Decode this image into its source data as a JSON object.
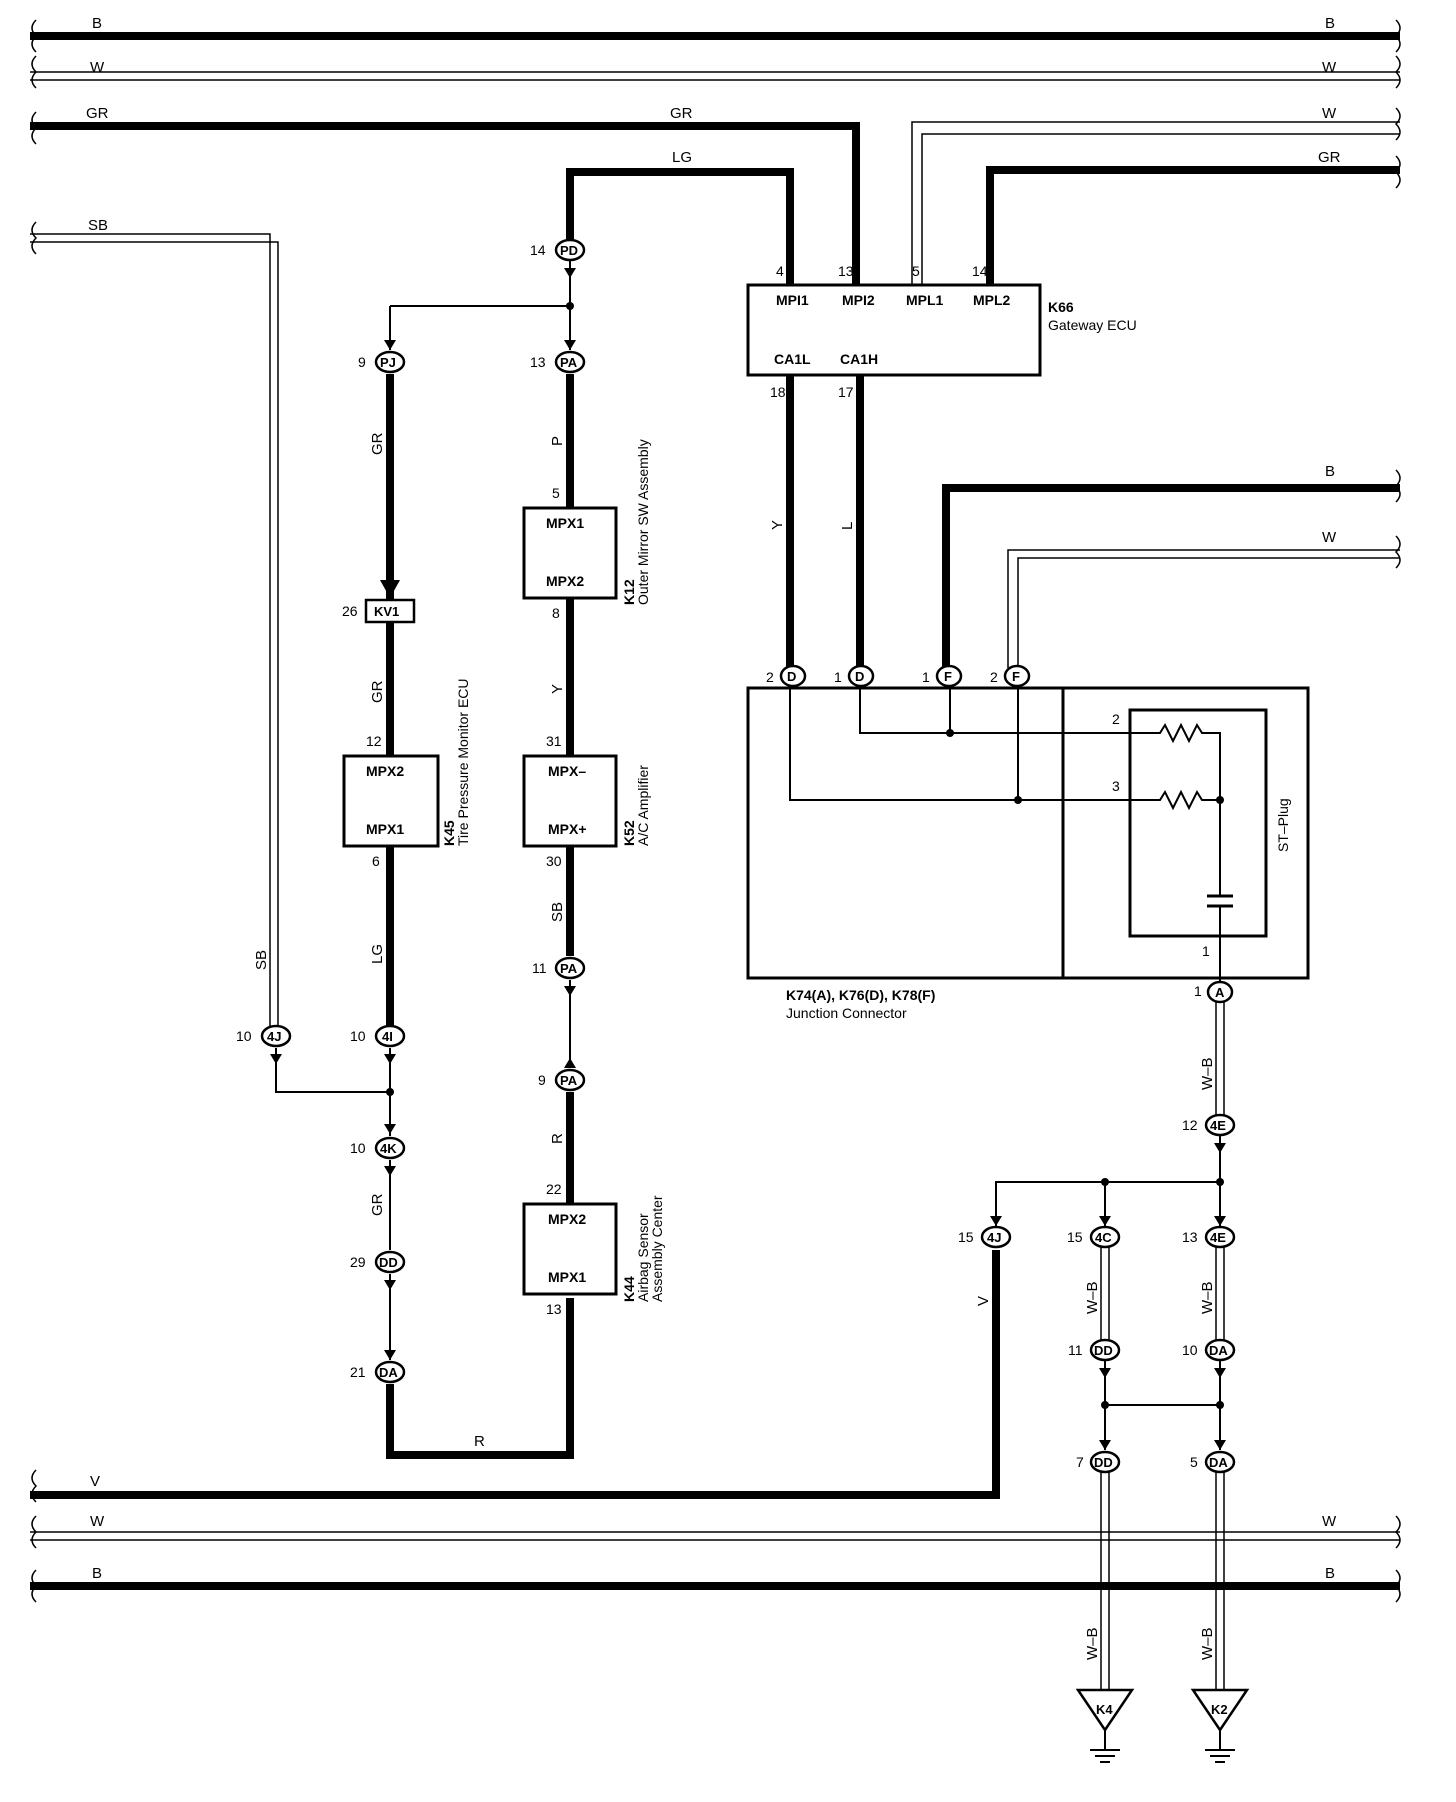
{
  "wire_colors": {
    "B": "B",
    "W": "W",
    "GR": "GR",
    "LG": "LG",
    "SB": "SB",
    "P": "P",
    "Y": "Y",
    "L": "L",
    "R": "R",
    "V": "V",
    "W_B": "W–B"
  },
  "pins": {
    "n1": "1",
    "n2": "2",
    "n3": "3",
    "n4": "4",
    "n5": "5",
    "n6": "6",
    "n7": "7",
    "n8": "8",
    "n9": "9",
    "n10": "10",
    "n11": "11",
    "n12": "12",
    "n13": "13",
    "n14": "14",
    "n15": "15",
    "n17": "17",
    "n18": "18",
    "n21": "21",
    "n22": "22",
    "n26": "26",
    "n29": "29",
    "n30": "30",
    "n31": "31"
  },
  "connectors": {
    "PD": "PD",
    "PJ": "PJ",
    "PA": "PA",
    "KV1": "KV1",
    "c4J": "4J",
    "c4I": "4I",
    "c4K": "4K",
    "DD": "DD",
    "DA": "DA",
    "c4E": "4E",
    "c4C": "4C",
    "A": "A",
    "D": "D",
    "F": "F"
  },
  "components": {
    "gateway": {
      "id": "K66",
      "name": "Gateway ECU",
      "pins": [
        "MPI1",
        "MPI2",
        "MPL1",
        "MPL2",
        "CA1L",
        "CA1H"
      ]
    },
    "mirror": {
      "id": "K12",
      "name": "Outer Mirror SW Assembly",
      "pins": [
        "MPX1",
        "MPX2"
      ]
    },
    "tpms": {
      "id": "K45",
      "name": "Tire Pressure Monitor ECU",
      "pins": [
        "MPX2",
        "MPX1"
      ]
    },
    "ac": {
      "id": "K52",
      "name": "A/C Amplifier",
      "pins": [
        "MPX–",
        "MPX+"
      ]
    },
    "airbag": {
      "id": "K44",
      "name1": "Airbag Sensor",
      "name2": "Assembly Center",
      "pins": [
        "MPX2",
        "MPX1"
      ]
    },
    "junction": {
      "id": "K74(A), K76(D), K78(F)",
      "name": "Junction Connector",
      "plug": "ST–Plug"
    }
  },
  "grounds": [
    "K4",
    "K2"
  ]
}
